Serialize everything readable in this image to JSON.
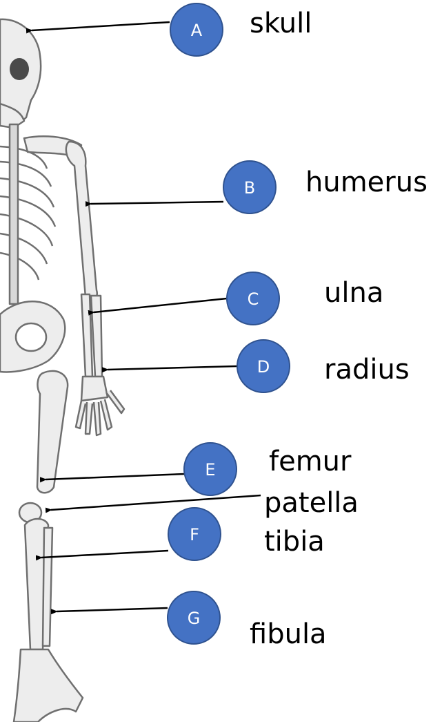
{
  "colors": {
    "marker_fill": "#4472c4",
    "marker_stroke": "#2f528f",
    "arrow": "#000000",
    "bone_fill": "#ededed",
    "bone_stroke": "#6f6f6f"
  },
  "markers": [
    {
      "letter": "A",
      "label": "skull"
    },
    {
      "letter": "B",
      "label": "humerus"
    },
    {
      "letter": "C",
      "label": "ulna"
    },
    {
      "letter": "D",
      "label": "radius"
    },
    {
      "letter": "E",
      "label": "femur"
    },
    {
      "letter": "F",
      "label": "tibia"
    },
    {
      "letter": "G",
      "label": "fibula"
    }
  ],
  "extra_label": {
    "label": "patella"
  }
}
